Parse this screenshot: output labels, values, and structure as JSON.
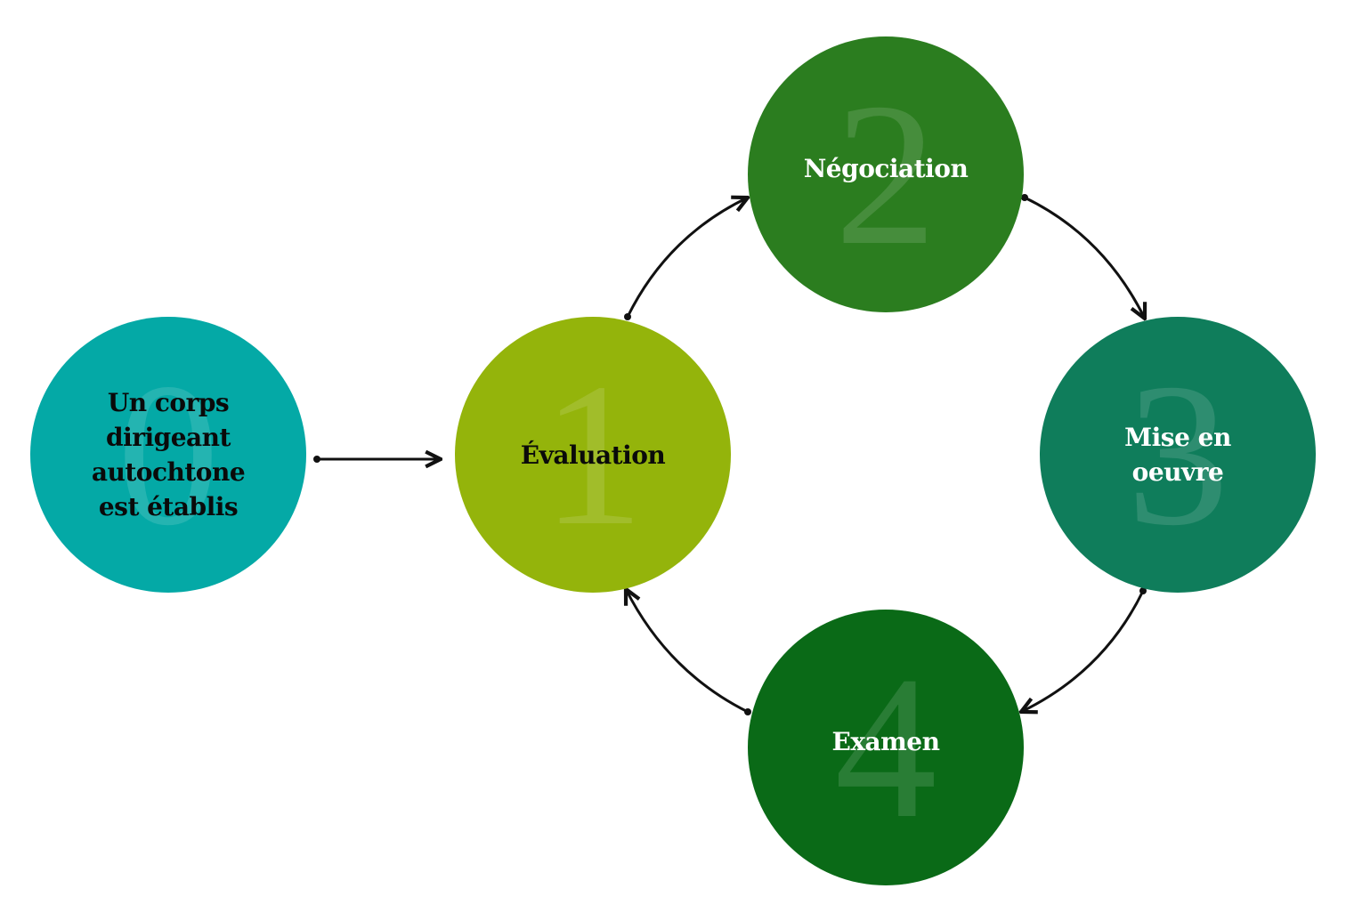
{
  "steps": [
    {
      "number": "0",
      "label": "Un corps dirigeant autochtone est établis",
      "color": "#04a9a6",
      "text_color": "#0a0a0a"
    },
    {
      "number": "1",
      "label": "Évaluation",
      "color": "#94b40b",
      "text_color": "#0a0a0a"
    },
    {
      "number": "2",
      "label": "Négociation",
      "color": "#2b7d1f",
      "text_color": "#ffffff"
    },
    {
      "number": "3",
      "label": "Mise en oeuvre",
      "color": "#0f7d5b",
      "text_color": "#ffffff"
    },
    {
      "number": "4",
      "label": "Examen",
      "color": "#0a6a17",
      "text_color": "#ffffff"
    }
  ],
  "connections": [
    {
      "from": "0",
      "to": "1"
    },
    {
      "from": "1",
      "to": "2"
    },
    {
      "from": "2",
      "to": "3"
    },
    {
      "from": "3",
      "to": "4"
    },
    {
      "from": "4",
      "to": "1"
    }
  ]
}
